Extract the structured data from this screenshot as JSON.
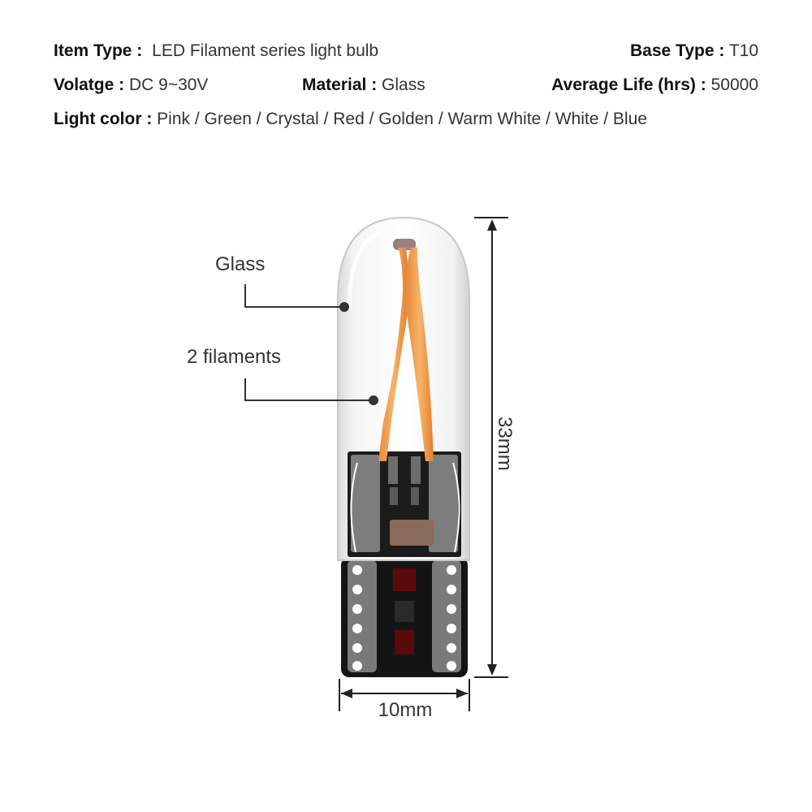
{
  "specs": {
    "item_type": {
      "label": "Item Type :",
      "value": "LED Filament series light bulb"
    },
    "base_type": {
      "label": "Base Type :",
      "value": "T10"
    },
    "voltage": {
      "label": "Volatge :",
      "value": "DC 9~30V"
    },
    "material": {
      "label": "Material :",
      "value": "Glass"
    },
    "average_life": {
      "label": "Average Life (hrs) :",
      "value": "50000"
    },
    "light_color": {
      "label": "Light color :",
      "value": "Pink / Green / Crystal / Red / Golden / Warm White / White / Blue"
    }
  },
  "callouts": {
    "glass": "Glass",
    "filaments": "2 filaments"
  },
  "dimensions": {
    "height": "33mm",
    "width": "10mm"
  },
  "colors": {
    "filament": "#f0a050",
    "pcb": "#1a1a1a",
    "dimension_line": "#222222"
  }
}
